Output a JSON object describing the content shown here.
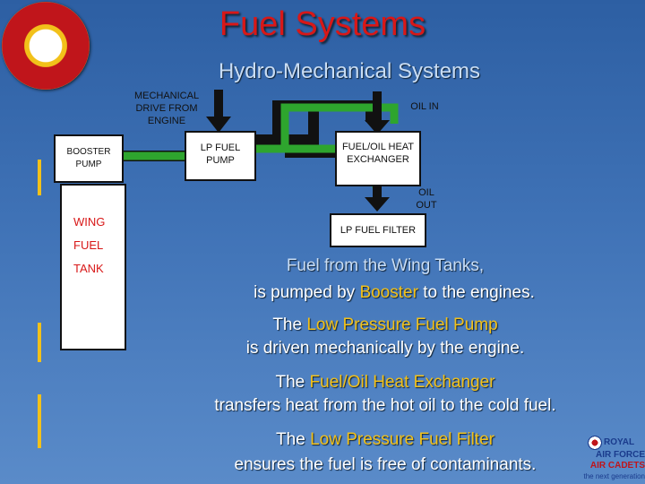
{
  "title": "Fuel Systems",
  "subtitle": "Hydro-Mechanical Systems",
  "diagram": {
    "mechanical_drive": "MECHANICAL DRIVE FROM ENGINE",
    "booster_pump": "BOOSTER PUMP",
    "lp_fuel_pump": "LP FUEL PUMP",
    "oil_in": "OIL IN",
    "heat_exchanger": "FUEL/OIL HEAT EXCHANGER",
    "oil_out": "OIL OUT",
    "lp_fuel_filter": "LP FUEL FILTER",
    "wing": "WING",
    "fuel": "FUEL",
    "tank": "TANK"
  },
  "body": {
    "l1": "Fuel from the Wing Tanks,",
    "l2a": "is pumped by ",
    "l2b": "Booster",
    "l2c": " to the engines.",
    "l3a": "The ",
    "l3b": "Low Pressure Fuel Pump",
    "l4": "is driven mechanically by the engine.",
    "l5a": "The ",
    "l5b": "Fuel/Oil Heat Exchanger",
    "l6": "transfers heat from the hot oil to the cold fuel.",
    "l7a": "The ",
    "l7b": "Low Pressure Fuel Filter",
    "l8": "ensures the fuel is free of contaminants."
  },
  "logo": {
    "royal": "ROYAL",
    "air_force": "AIR FORCE",
    "air_cadets": "AIR CADETS",
    "tagline": "the next generation"
  },
  "colors": {
    "pipe": "#2ea52e",
    "title": "#d81818",
    "highlight": "#f2c11a"
  }
}
